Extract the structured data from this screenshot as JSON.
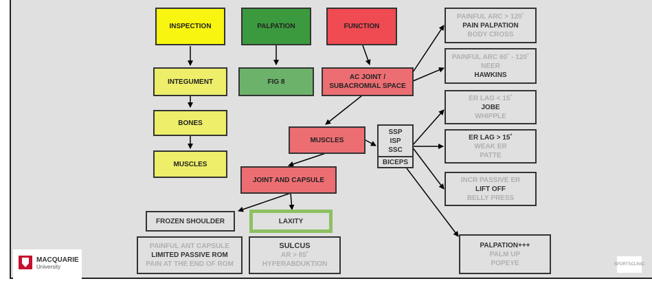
{
  "diagram": {
    "inspection": "INSPECTION",
    "palpation": "PALPATION",
    "function": "FUNCTION",
    "integument": "INTEGUMENT",
    "fig8": "FIG 8",
    "ac_joint": [
      "AC JOINT /",
      "SUBACROMIAL SPACE"
    ],
    "bones": "BONES",
    "muscles_left": "MUSCLES",
    "muscles_mid": "MUSCLES",
    "joint_capsule": "JOINT AND CAPSULE",
    "frozen_shoulder": "FROZEN SHOULDER",
    "laxity": "LAXITY",
    "frozen_details": [
      "PAINFUL ANT CAPSULE",
      "LIMITED PASSIVE ROM",
      "PAIN AT THE END OF ROM"
    ],
    "laxity_details": [
      "SULCUS",
      "AR > 85˚",
      "HYPERABDUKTION"
    ],
    "rotator": [
      "SSP",
      "ISP",
      "SSC"
    ],
    "biceps": "BICEPS",
    "arc120": [
      "PAINFUL ARC > 120˚",
      "PAIN PALPATION",
      "BODY CROSS"
    ],
    "arc60": [
      "PAINFUL ARC 60˚ - 120˚",
      "NEER",
      "HAWKINS"
    ],
    "erlag_lt": [
      "ER LAG < 15˚",
      "JOBE",
      "WHIPPLE"
    ],
    "erlag_gt": [
      "ER LAG > 15˚",
      "WEAK ER",
      "PATTE"
    ],
    "incr_passive": [
      "INCR PASSIVE ER",
      "LIFT OFF",
      "BELLY PRESS"
    ],
    "palpation_plus": [
      "PALPATION+++",
      "PALM UP",
      "POPEYE"
    ]
  },
  "logo": {
    "line1": "MACQUARIE",
    "line2": "University"
  },
  "sports_logo": "SPORTSCLINIC",
  "colors": {
    "background": "#e0e0e0",
    "yellow": "#f8f510",
    "light_yellow": "#eeee6a",
    "dark_green": "#3c9a3e",
    "light_green": "#6db26a",
    "red": "#f04a52",
    "pink": "#ec6e72",
    "laxity_border": "#8dc063",
    "macquarie_red": "#c8102e"
  }
}
